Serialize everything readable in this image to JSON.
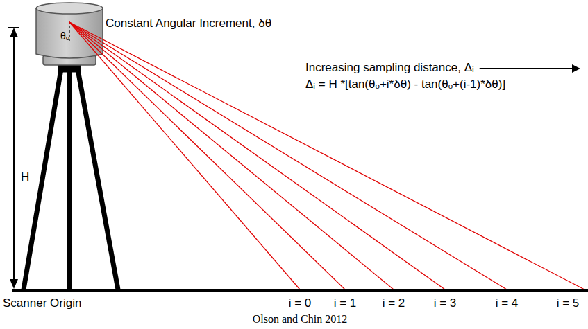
{
  "diagram": {
    "caption": "Olson and Chin 2012",
    "labels": [
      "Constant Angular Increment, δθ",
      "θₒ",
      "Increasing sampling distance, Δᵢ",
      "Δᵢ = H *[tan(θₒ+i*δθ) - tan(θₒ+(i-1)*δθ)]",
      "H",
      "Scanner Origin",
      "i = 0",
      "i = 1",
      "i = 2",
      "i = 3",
      "i = 4",
      "i = 5"
    ]
  }
}
